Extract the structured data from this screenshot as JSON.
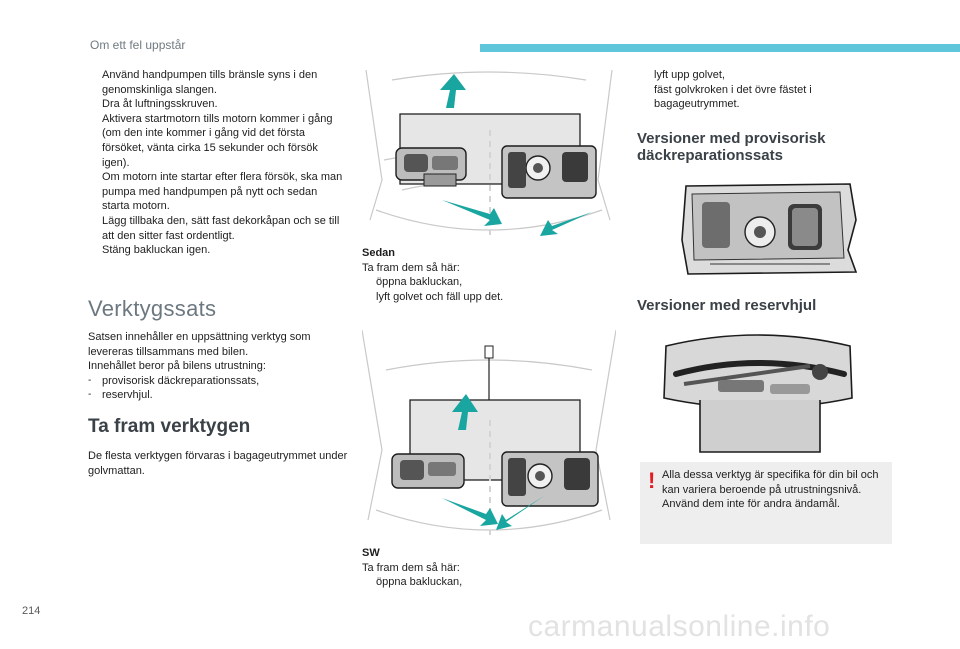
{
  "header": {
    "section_title": "Om ett fel uppstår"
  },
  "left_column": {
    "bullets": [
      "Använd handpumpen tills bränsle syns i den genomskinliga slangen.",
      "Dra åt luftningsskruven.",
      "Aktivera startmotorn tills motorn kommer i gång (om den inte kommer i gång vid det första försöket, vänta cirka 15 sekunder och försök igen).",
      "Om motorn inte startar efter flera försök, ska man pumpa med handpumpen på nytt och sedan starta motorn.",
      "Lägg tillbaka den, sätt fast dekorkåpan och se till att den sitter fast ordentligt.",
      "Stäng bakluckan igen."
    ],
    "bullet_mark": "",
    "toolkit_heading": "Verktygssats",
    "toolkit_intro": "Satsen innehåller en uppsättning verktyg som levereras tillsammans med bilen.",
    "toolkit_depends": "Innehållet beror på bilens utrustning:",
    "toolkit_items": [
      "provisorisk däckreparationssats,",
      "reservhjul."
    ],
    "dash_mark": "-",
    "access_heading": "Ta fram verktygen",
    "access_text": "De flesta verktygen förvaras i bagageutrymmet under golvmattan."
  },
  "middle_column": {
    "sedan_title": "Sedan",
    "sedan_intro": "Ta fram dem så här:",
    "sedan_steps": [
      "öppna bakluckan,",
      "lyft golvet och fäll upp det."
    ],
    "sw_title": "SW",
    "sw_intro": "Ta fram dem så här:",
    "sw_steps": [
      "öppna bakluckan,"
    ]
  },
  "right_column": {
    "steps": [
      "lyft upp golvet,",
      "fäst golvkroken i det övre fästet i bagageutrymmet."
    ],
    "repair_kit_heading": "Versioner med provisorisk däckreparationssats",
    "spare_wheel_heading": "Versioner med reservhjul",
    "note_mark": "!",
    "note_text_1": "Alla dessa verktyg är specifika för din bil och kan variera beroende på utrustningsnivå.",
    "note_text_2": "Använd dem inte för andra ändamål."
  },
  "footer": {
    "page_number": "214",
    "watermark": "carmanualsonline.info"
  },
  "colors": {
    "accent_bar": "#5fc6dc",
    "arrow_teal": "#1aa6a0",
    "warning": "#e31b23"
  }
}
